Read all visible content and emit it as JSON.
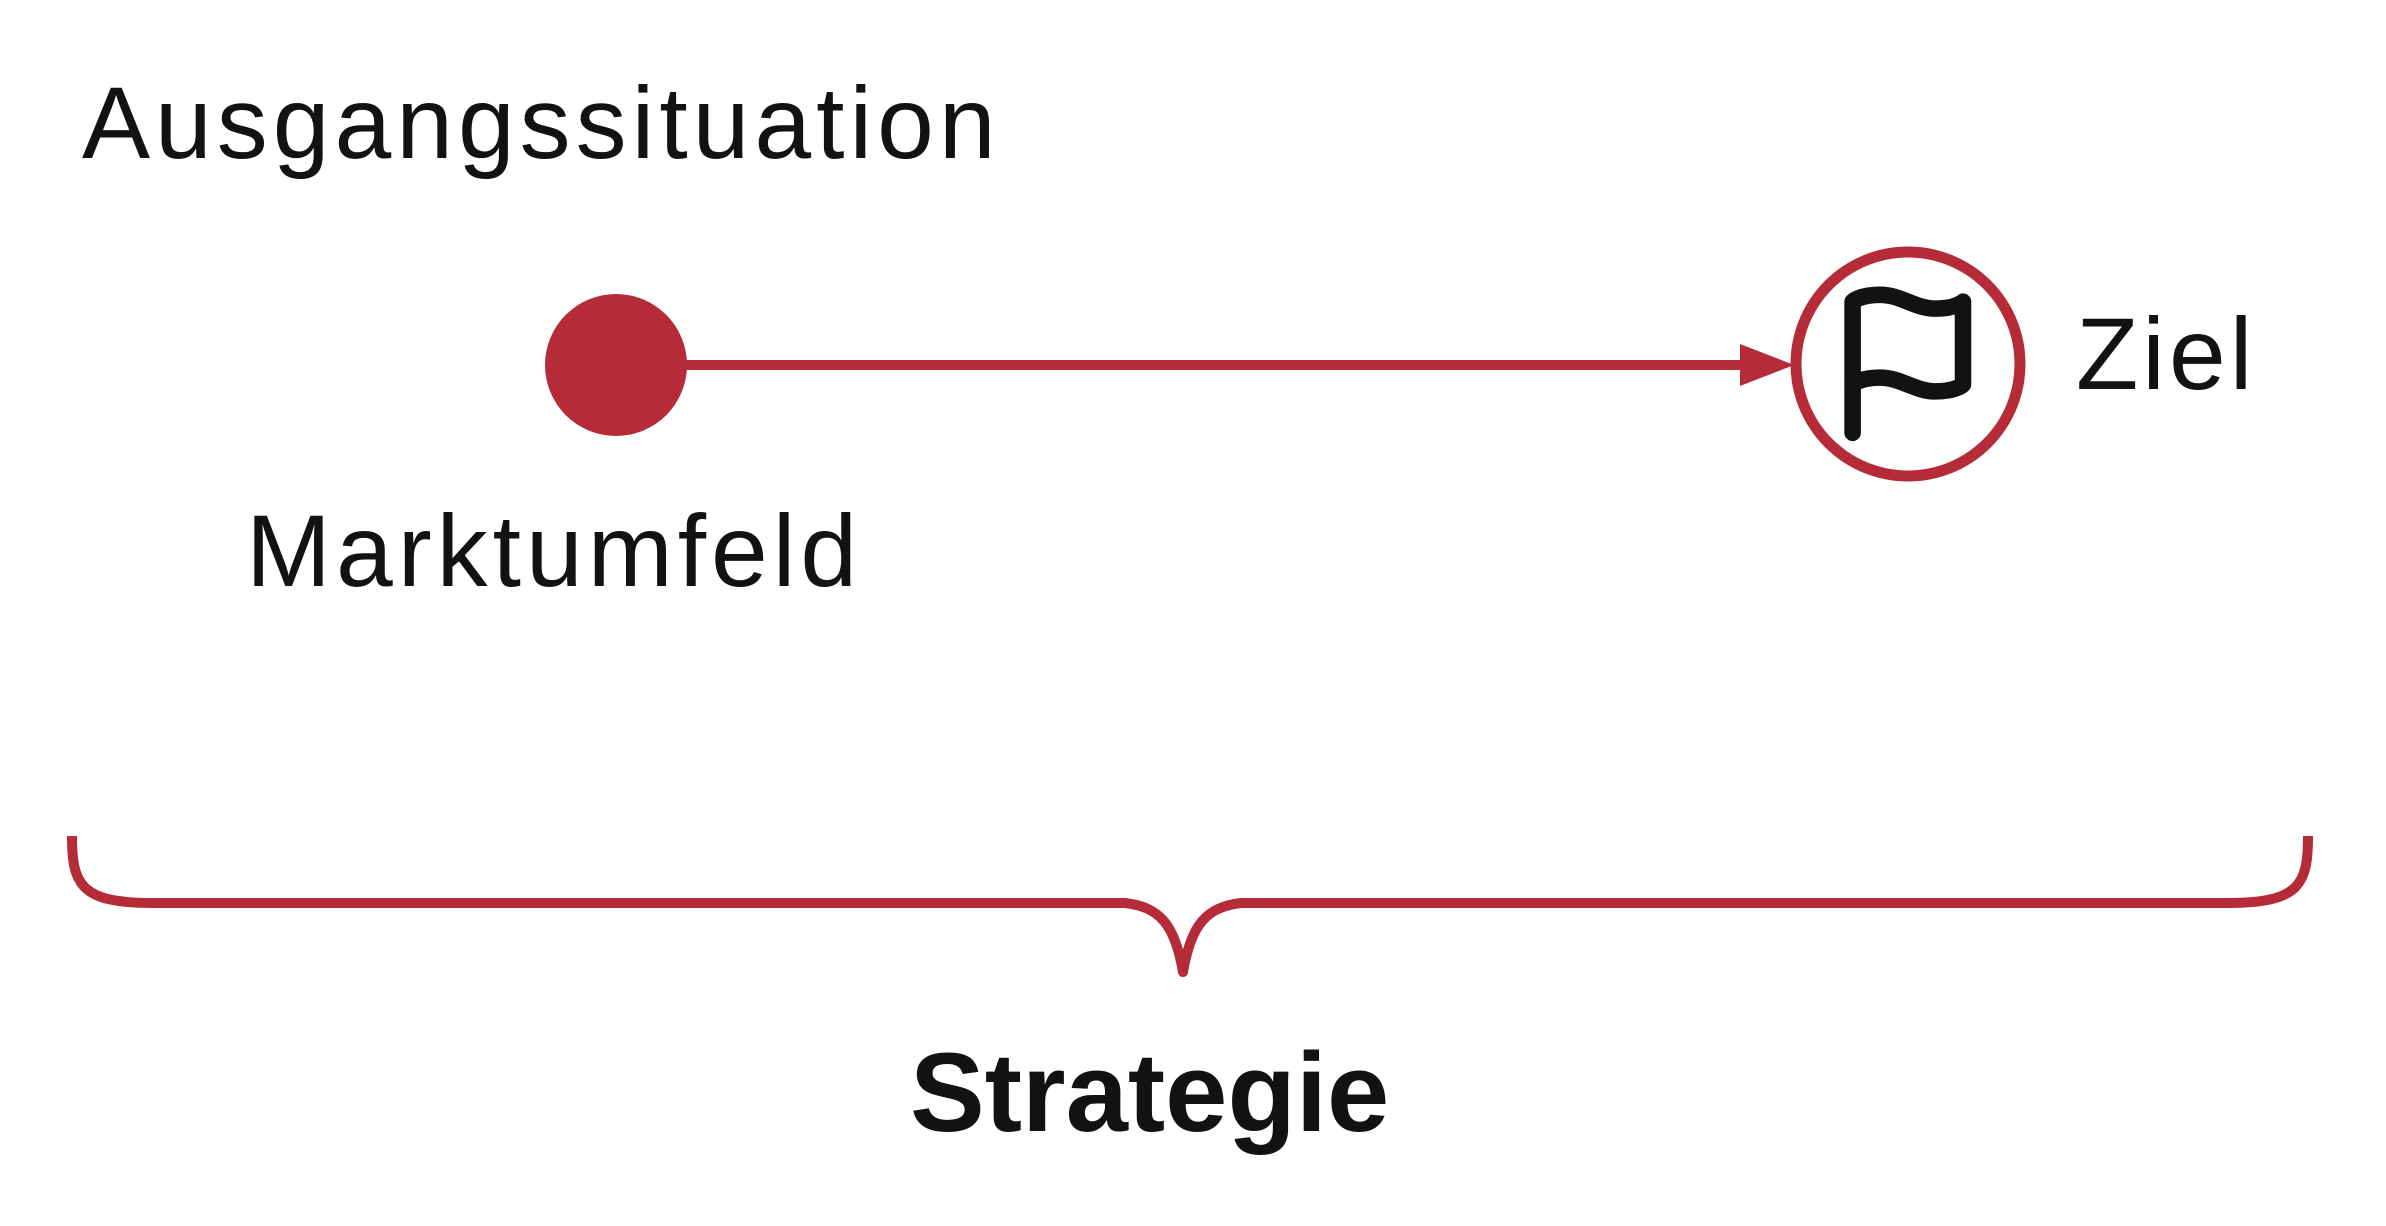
{
  "colors": {
    "accent": "#B62B38",
    "ink": "#121212",
    "bg": "#FFFFFF"
  },
  "diagram": {
    "title": "Ausgangssituation",
    "nodes": [
      {
        "id": "start",
        "label": "Marktumfeld",
        "shape": "filled-circle"
      },
      {
        "id": "goal",
        "label": "Ziel",
        "shape": "outlined-circle",
        "icon": "flag-icon"
      }
    ],
    "edge": {
      "from": "start",
      "to": "goal",
      "type": "arrow"
    },
    "brace": {
      "label": "Strategie",
      "position": "bottom"
    }
  }
}
